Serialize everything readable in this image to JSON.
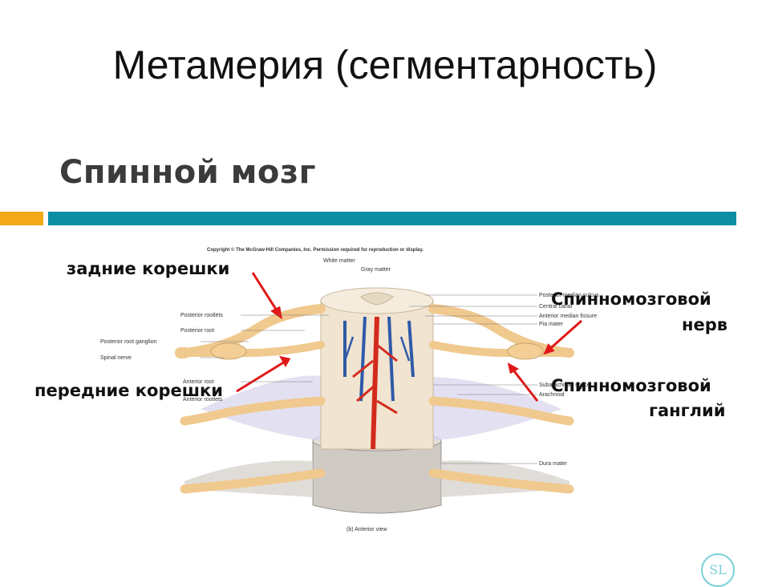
{
  "slide": {
    "title": "Метамерия (сегментарность)",
    "subtitle": "Спинной мозг",
    "accent_colors": {
      "orange": "#f3a816",
      "teal": "#0e8ea3"
    }
  },
  "figure": {
    "copyright": "Copyright © The McGraw-Hill Companies, Inc. Permission required for reproduction or display.",
    "caption": "(b) Anterior view",
    "small_labels_left": [
      "White matter",
      "Gray matter",
      "Posterior rootlets",
      "Posterior root",
      "Posterior root ganglion",
      "Spinal nerve",
      "Anterior root",
      "Anterior rootlets"
    ],
    "small_labels_right": [
      "Posterior median sulcus",
      "Central canal",
      "Anterior median fissure",
      "Pia mater",
      "Subarachnoid space",
      "Arachnoid",
      "Dura mater"
    ]
  },
  "annotations": {
    "posterior_roots": "задние корешки",
    "anterior_roots": "передние корешки",
    "spinal_nerve_line1": "Спинномозговой",
    "spinal_nerve_line2": "нерв",
    "ganglion_line1": "Спинномозговой",
    "ganglion_line2": "ганглий"
  },
  "logo": {
    "text": "SL"
  }
}
